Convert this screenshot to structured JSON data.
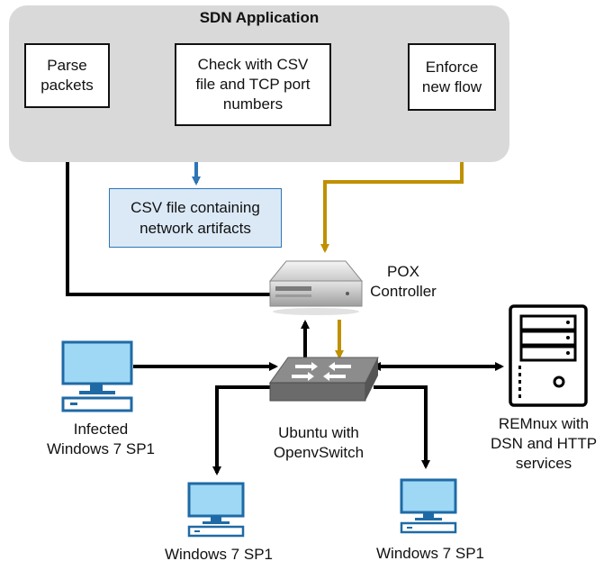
{
  "diagram": {
    "panel_title": "SDN Application",
    "nodes": {
      "parse": "Parse\npackets",
      "check": "Check with CSV\nfile and TCP port\nnumbers",
      "enforce": "Enforce\nnew flow",
      "csv": "CSV file containing\nnetwork artifacts",
      "pox": "POX\nController",
      "ubuntu": "Ubuntu with\nOpenvSwitch",
      "infected": "Infected\nWindows 7 SP1",
      "remnux": "REMnux with\nDSN and HTTP\nservices",
      "win_left": "Windows 7 SP1",
      "win_right": "Windows 7 SP1"
    },
    "colors": {
      "panel": "#d9d9d9",
      "arrow_black": "#000000",
      "arrow_gold": "#bf9000",
      "arrow_blue": "#2e75b6",
      "csv_fill": "#dbe9f7",
      "pc_screen": "#9ed8f5",
      "pc_outline": "#1f6aa5"
    },
    "icons": {
      "pc": "desktop-computer-icon",
      "server": "server-icon",
      "switch": "network-switch-icon",
      "tower": "server-tower-icon"
    }
  }
}
